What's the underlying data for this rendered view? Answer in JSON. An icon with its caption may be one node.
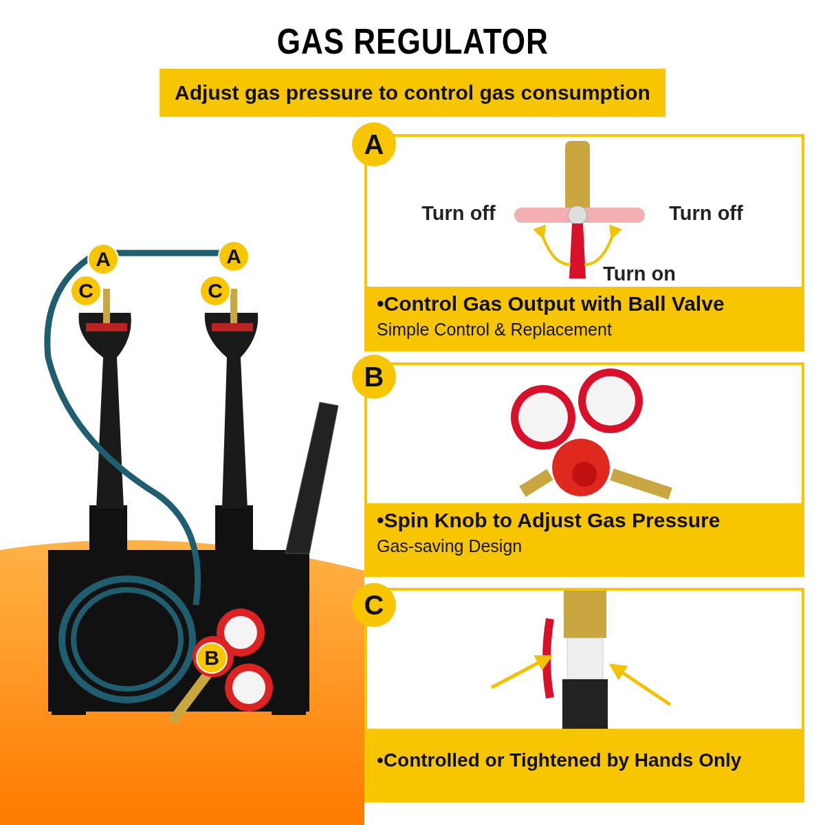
{
  "diagram": {
    "title": "GAS REGULATOR",
    "nodes": [
      {
        "text": [
          "A",
          "•Control Gas Output with Ball Valve",
          "Simple Control & Replacement"
        ]
      },
      {
        "text": [
          "B",
          "•Spin Knob to Adjust Gas Pressure",
          "Gas-saving Design"
        ]
      },
      {
        "text": [
          "C",
          "•Controlled or Tightened by Hands Only"
        ]
      }
    ],
    "edges": [],
    "labels": [
      "Adjust gas pressure to control gas consumption",
      "Turn off",
      "Turn off",
      "A",
      "A",
      "Turn on",
      "C",
      "C",
      "B"
    ]
  }
}
